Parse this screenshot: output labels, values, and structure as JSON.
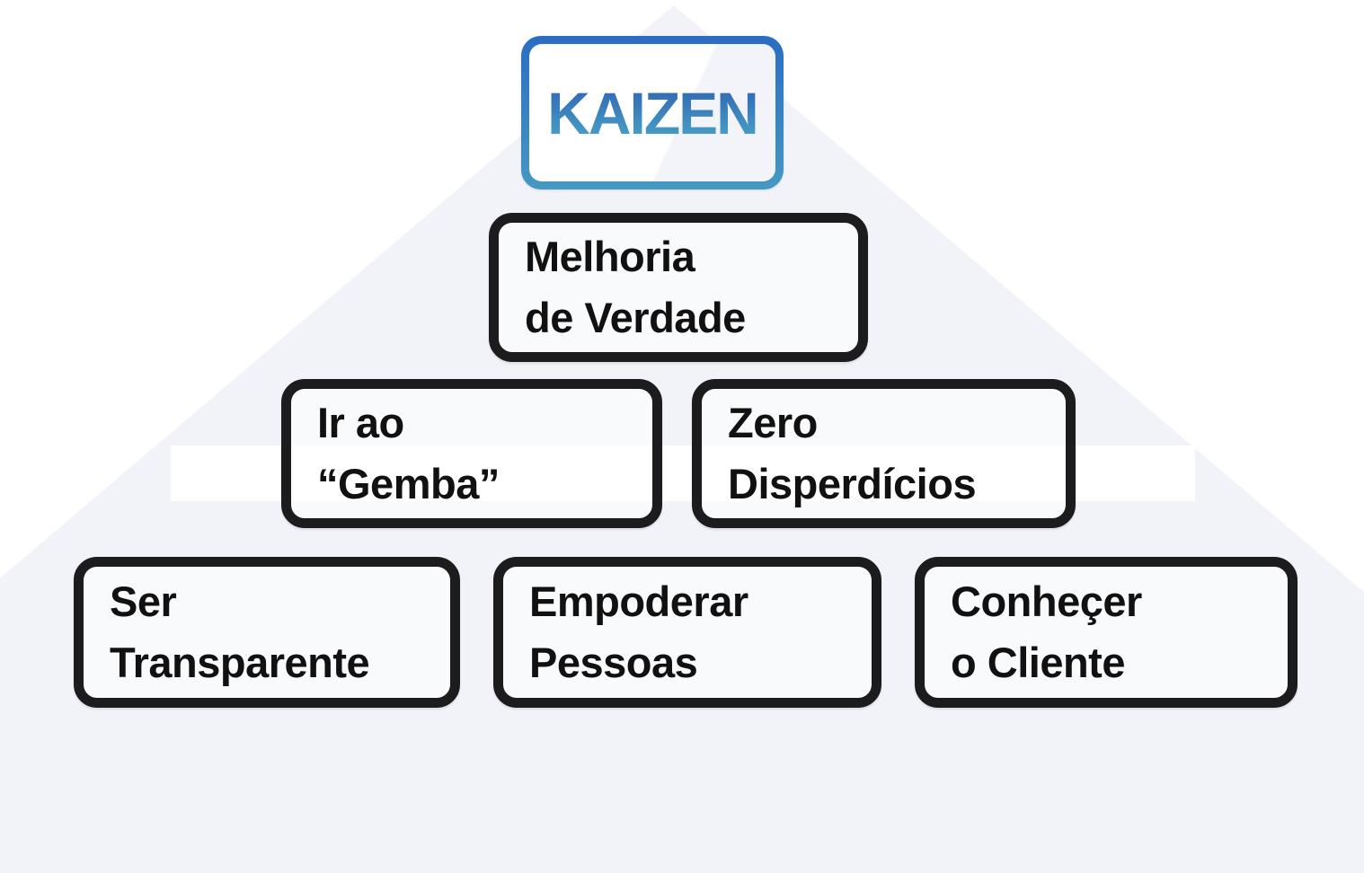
{
  "diagram": {
    "type": "pyramid",
    "boxes": {
      "kaizen": {
        "label": "KAIZEN"
      },
      "melhoria": {
        "line1": "Melhoria",
        "line2": "de Verdade"
      },
      "gemba": {
        "line1": "Ir ao",
        "line2": "“Gemba”"
      },
      "zero": {
        "line1": "Zero",
        "line2": "Disperdícios"
      },
      "transparente": {
        "line1": "Ser",
        "line2": "Transparente"
      },
      "empoderar": {
        "line1": "Empoderar",
        "line2": "Pessoas"
      },
      "cliente": {
        "line1": "Conheçer",
        "line2": "o Cliente"
      }
    },
    "colors": {
      "background": "#ffffff",
      "triangle_fill": "#f2f3f9",
      "box_border": "#1c1c1e",
      "box_text": "#111111",
      "kaizen_border_top": "#2b6cc4",
      "kaizen_border_bottom": "#4599c1",
      "kaizen_text_top": "#2f63b3",
      "kaizen_text_bottom": "#4aa4c6"
    }
  }
}
